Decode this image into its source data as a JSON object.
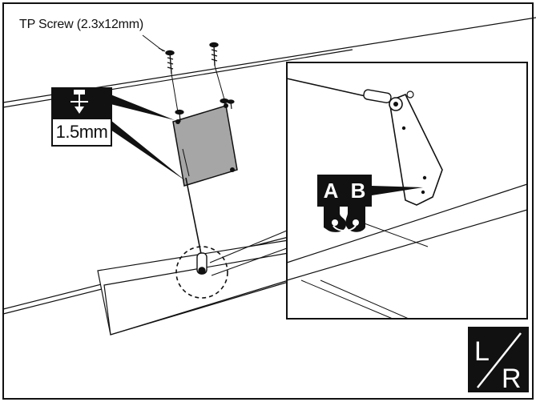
{
  "callouts": {
    "screw_label": "TP Screw (2.3x12mm)",
    "depth_label": "1.5mm"
  },
  "servo_horn_holes": {
    "hole_a": "A",
    "hole_b": "B"
  },
  "side_badge": {
    "left": "L",
    "right": "R"
  }
}
